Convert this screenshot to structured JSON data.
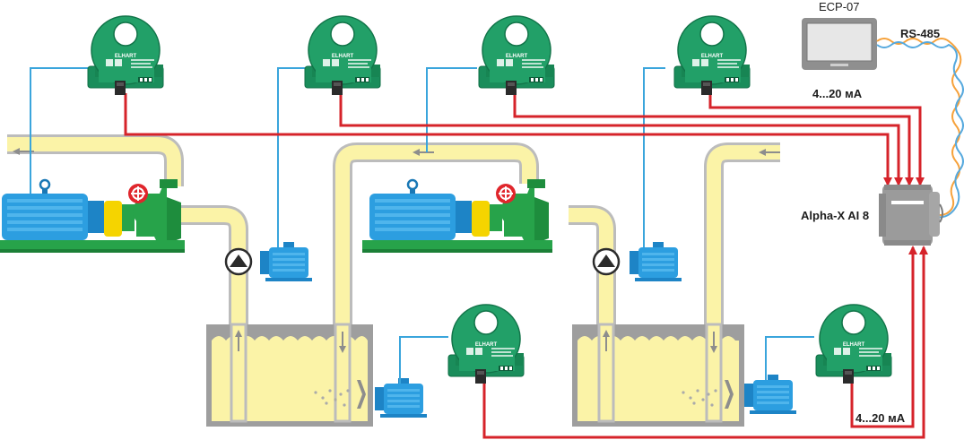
{
  "labels": {
    "panel_name": "ECP-07",
    "protocol": "RS-485",
    "signal_top": "4...20 мА",
    "signal_bottom": "4...20 мА",
    "module_name": "Alpha-X AI 8"
  },
  "sensor": {
    "brand": "ELHART"
  },
  "colors": {
    "pipe_fill": "#fbf3a7",
    "pipe_stroke": "#bcbcbc",
    "signal_wire": "#d6232a",
    "sensor_wire": "#3aa5dc",
    "sensor_body": "#1f9a64",
    "motor": "#2c9ee0",
    "pump": "#27a34a",
    "coupling": "#f5d400",
    "valve": "#e0262c",
    "rs485_a": "#f6a23c",
    "rs485_b": "#56a9de",
    "tank_liquid": "#fbf3a7"
  },
  "icons": [
    "flow-arrow-icon",
    "pump-direction-icon",
    "valve-wheel-icon",
    "bubbles-icon"
  ]
}
